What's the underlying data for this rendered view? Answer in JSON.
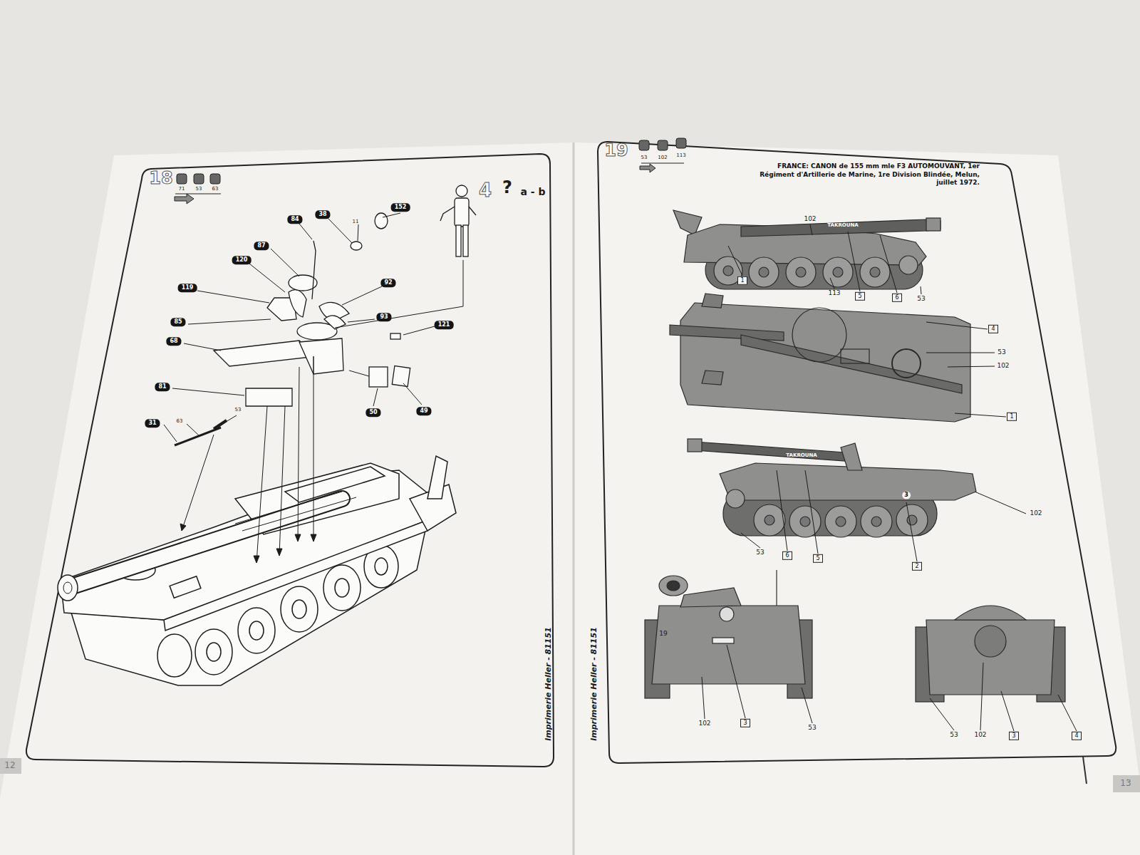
{
  "diagram": {
    "title": "FRANCE: CANON de 155 mm mle F3 AUTOMOUVANT, 1er Régiment d'Artillerie de Marine, 1re Division Blindée, Melun, juillet 1972.",
    "nodes": [
      {
        "text": [
          "152"
        ]
      },
      {
        "text": [
          "38"
        ]
      },
      {
        "text": [
          "84"
        ]
      },
      {
        "text": [
          "87"
        ]
      },
      {
        "text": [
          "120"
        ]
      },
      {
        "text": [
          "119"
        ]
      },
      {
        "text": [
          "92"
        ]
      },
      {
        "text": [
          "85"
        ]
      },
      {
        "text": [
          "93"
        ]
      },
      {
        "text": [
          "121"
        ]
      },
      {
        "text": [
          "68"
        ]
      },
      {
        "text": [
          "81"
        ]
      },
      {
        "text": [
          "50"
        ]
      },
      {
        "text": [
          "49"
        ]
      },
      {
        "text": [
          "31"
        ]
      },
      {
        "text": [
          "1"
        ]
      },
      {
        "text": [
          "5"
        ]
      },
      {
        "text": [
          "6"
        ]
      },
      {
        "text": [
          "4"
        ]
      },
      {
        "text": [
          "1"
        ]
      },
      {
        "text": [
          "6"
        ]
      },
      {
        "text": [
          "5"
        ]
      },
      {
        "text": [
          "2"
        ]
      },
      {
        "text": [
          "3"
        ]
      },
      {
        "text": [
          "3"
        ]
      },
      {
        "text": [
          "4"
        ]
      }
    ],
    "labels": [
      "18",
      "71",
      "53",
      "63",
      "4",
      "?",
      "a - b",
      "11",
      "63",
      "53",
      "Imprimerie Heller - 81151",
      "12",
      "19",
      "53",
      "102",
      "113",
      "102",
      "TAKROUNA",
      "113",
      "53",
      "53",
      "102",
      "TAKROUNA",
      "3",
      "102",
      "53",
      "19",
      "102",
      "53",
      "53",
      "102",
      "Imprimerie Heller - 81151",
      "13"
    ]
  }
}
